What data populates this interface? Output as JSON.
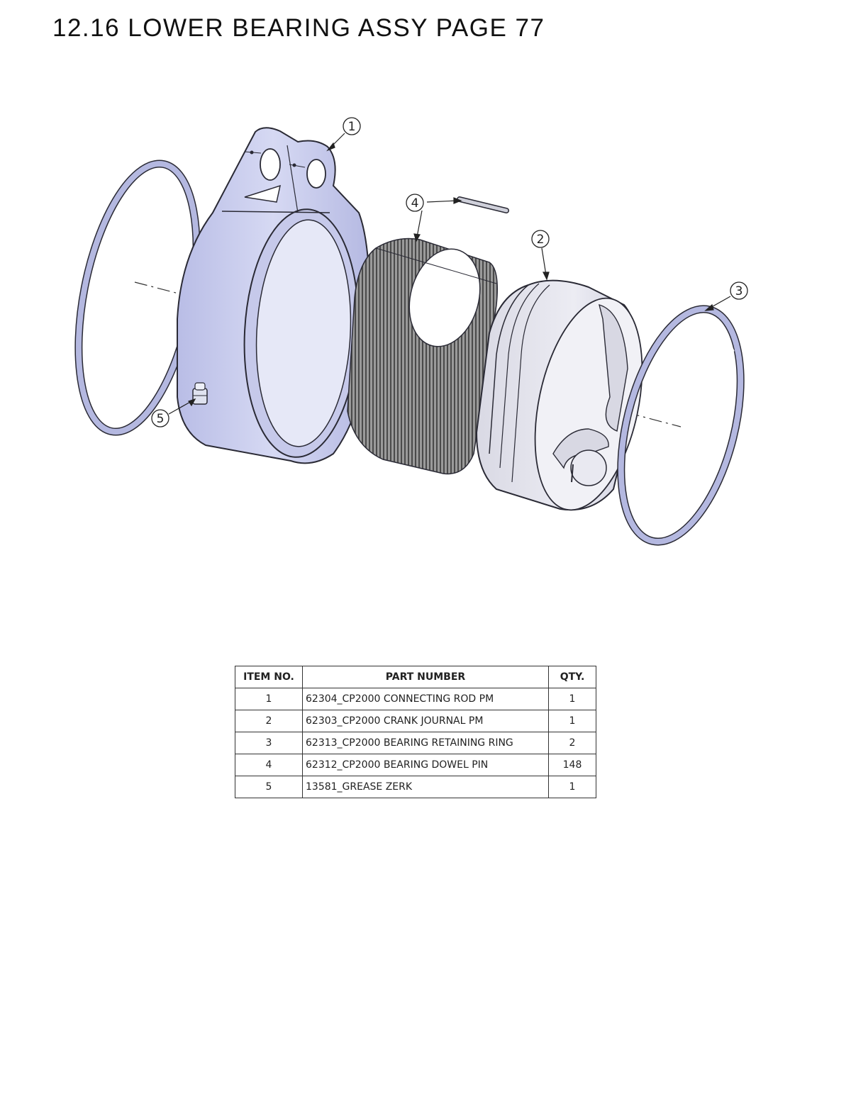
{
  "page": {
    "title": "12.16 LOWER BEARING ASSY PAGE 77"
  },
  "callouts": [
    "1",
    "2",
    "3",
    "4",
    "5"
  ],
  "colors": {
    "part_fill": "#c9cdec",
    "part_fill_light": "#dfe2f6",
    "part_shadow": "#9da2d2",
    "journal_fill": "#e4e4ee",
    "roller_fill": "#8a8a8a",
    "outline": "#2a2a35"
  },
  "bom": {
    "headers": [
      "ITEM NO.",
      "PART NUMBER",
      "QTY."
    ],
    "rows": [
      {
        "item": "1",
        "part": "62304_CP2000 CONNECTING ROD PM",
        "qty": "1"
      },
      {
        "item": "2",
        "part": "62303_CP2000 CRANK JOURNAL PM",
        "qty": "1"
      },
      {
        "item": "3",
        "part": "62313_CP2000 BEARING RETAINING RING",
        "qty": "2"
      },
      {
        "item": "4",
        "part": "62312_CP2000 BEARING DOWEL PIN",
        "qty": "148"
      },
      {
        "item": "5",
        "part": "13581_GREASE ZERK",
        "qty": "1"
      }
    ]
  }
}
